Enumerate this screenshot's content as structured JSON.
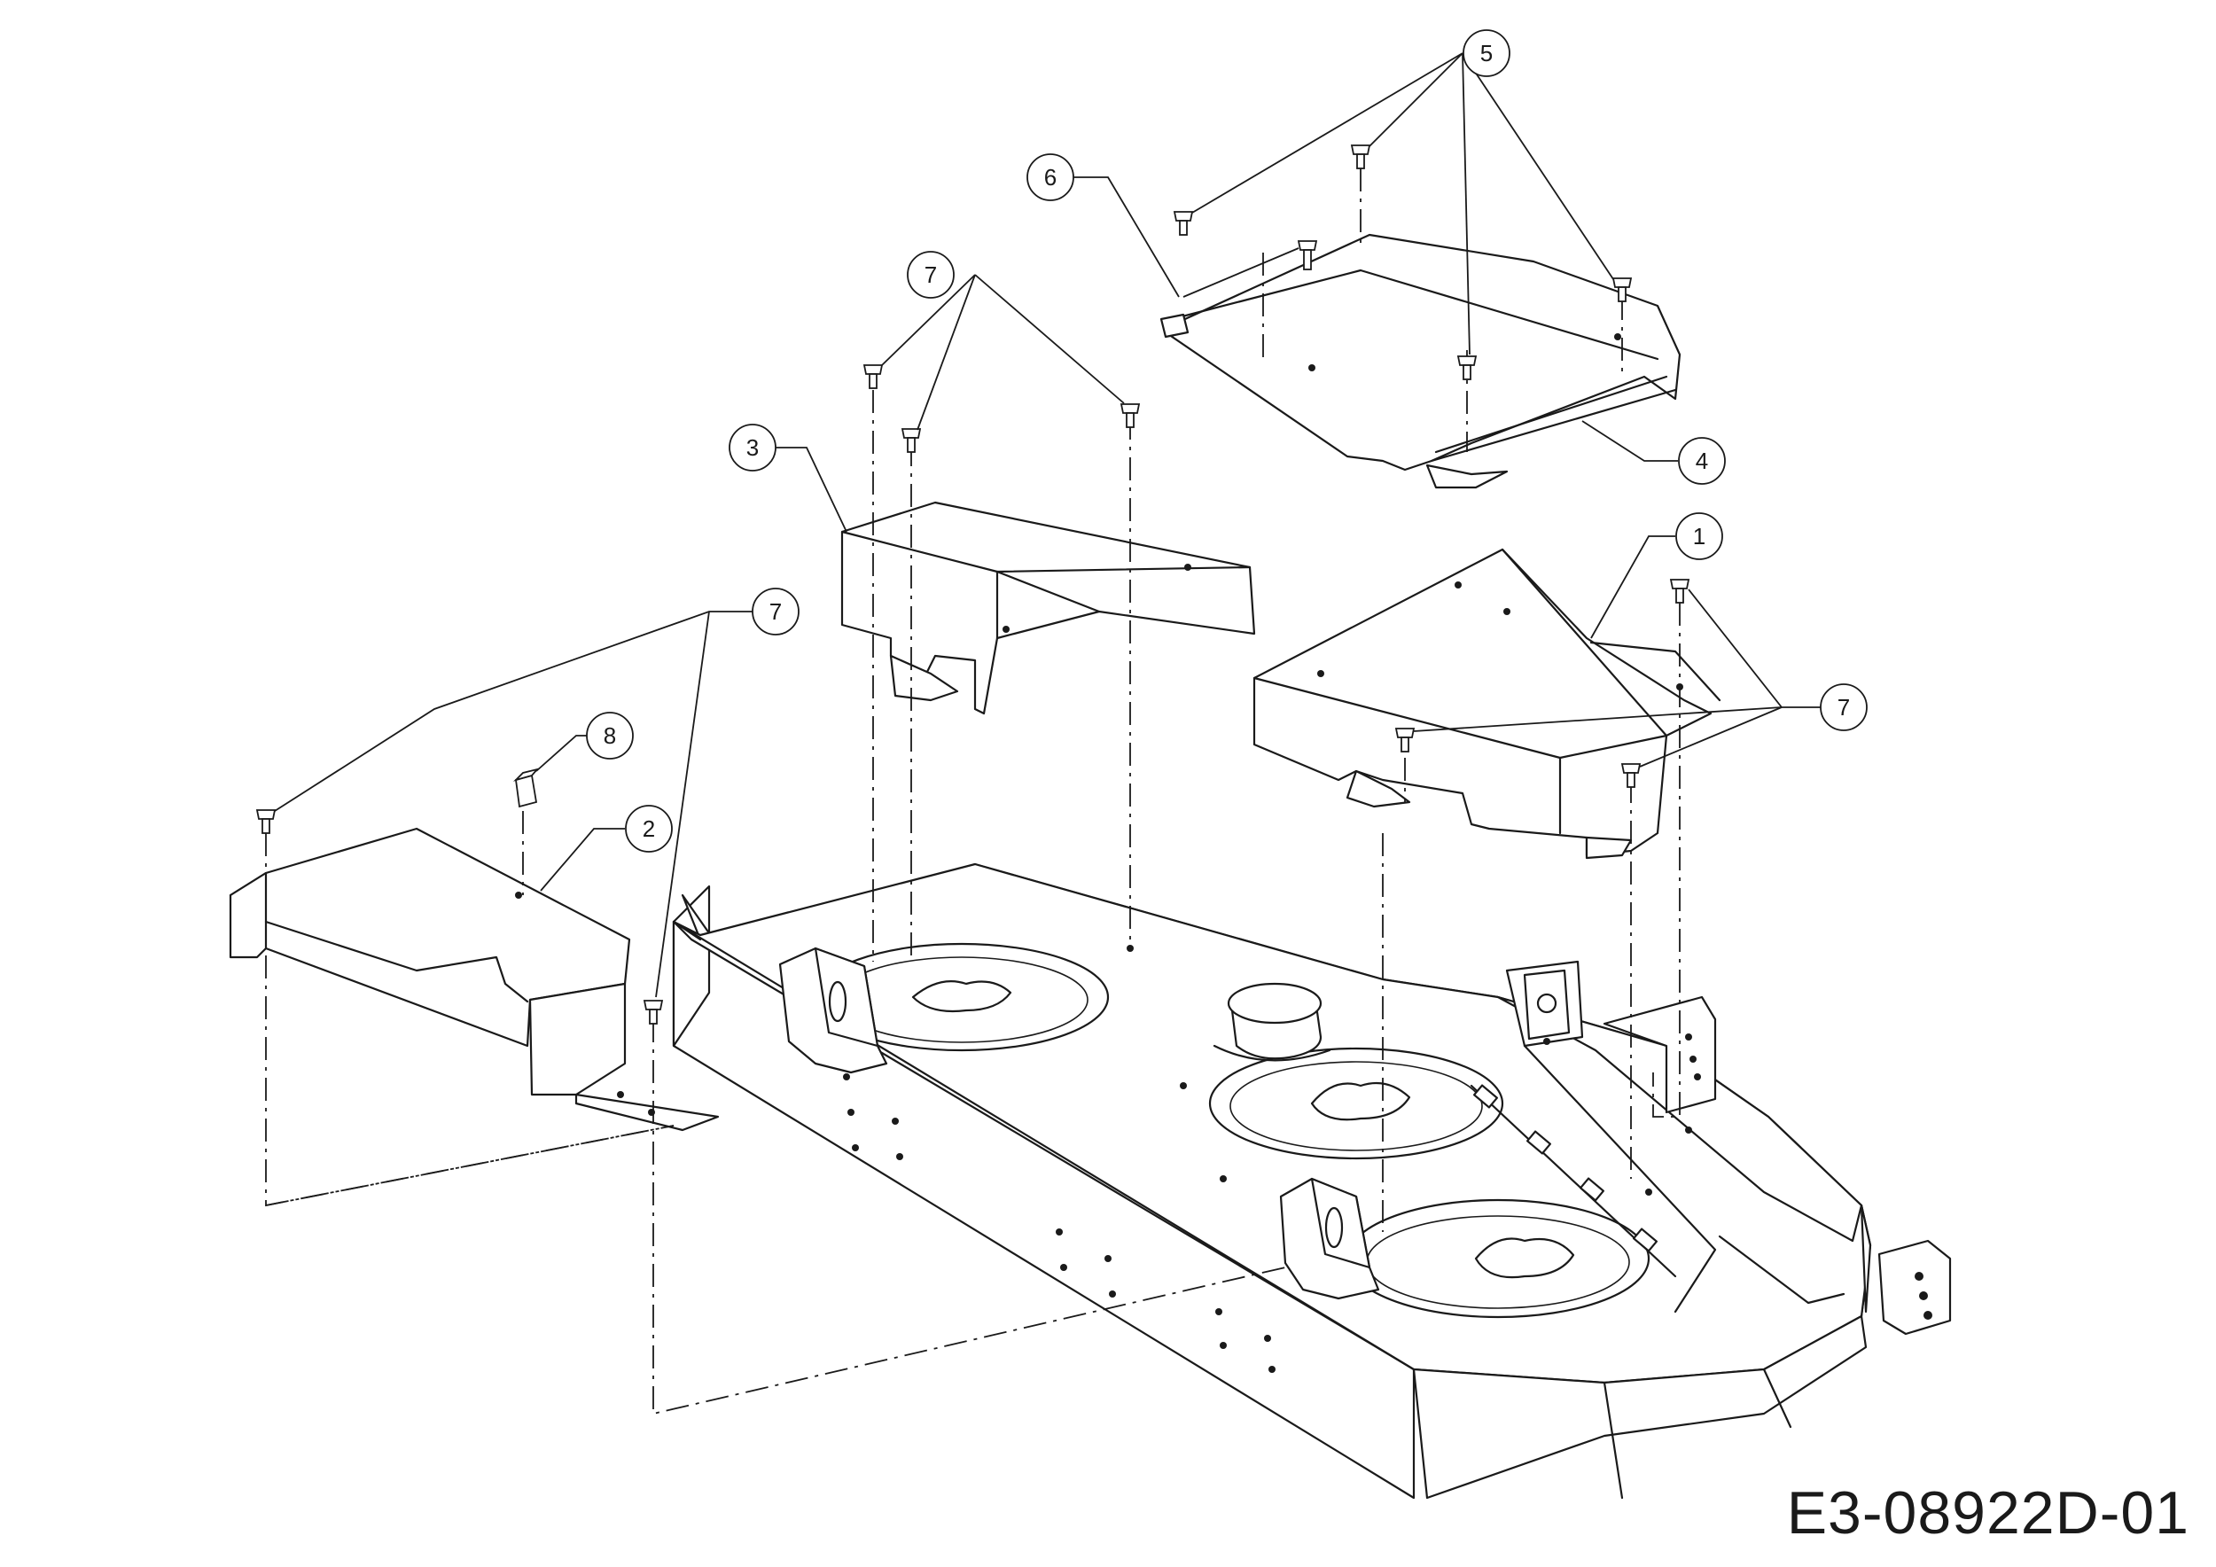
{
  "drawing": {
    "code": "E3-08922D-01",
    "ink_color": "#1a1a1a",
    "background": "#ffffff"
  },
  "callouts": [
    {
      "id": "c1",
      "label": "1"
    },
    {
      "id": "c2",
      "label": "2"
    },
    {
      "id": "c3",
      "label": "3"
    },
    {
      "id": "c4",
      "label": "4"
    },
    {
      "id": "c5",
      "label": "5"
    },
    {
      "id": "c6",
      "label": "6"
    },
    {
      "id": "c7a",
      "label": "7"
    },
    {
      "id": "c7b",
      "label": "7"
    },
    {
      "id": "c7c",
      "label": "7"
    },
    {
      "id": "c8",
      "label": "8"
    }
  ]
}
